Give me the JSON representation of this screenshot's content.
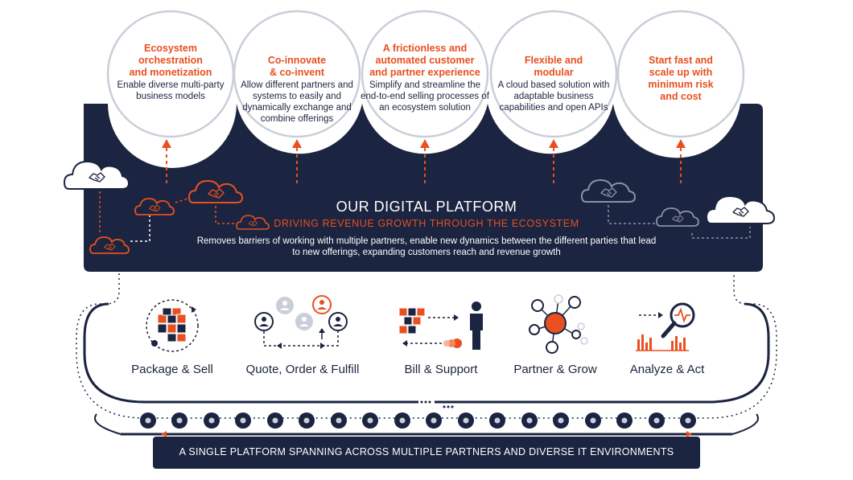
{
  "pillars": [
    {
      "title": "Ecosystem orchestration and monetization",
      "desc": "Enable diverse multi-party business models"
    },
    {
      "title": "Co-innovate & co-invent",
      "desc": "Allow different partners and systems to easily and dynamically exchange and combine offerings"
    },
    {
      "title": "A frictionless and automated customer and partner experience",
      "desc": "Simplify and streamline the end-to-end selling processes of an ecosystem solution"
    },
    {
      "title": "Flexible and modular",
      "desc": "A cloud based solution with adaptable business capabilities and open APIs"
    },
    {
      "title": "Start fast and scale up with minimum risk and cost",
      "desc": ""
    }
  ],
  "platform": {
    "title": "OUR DIGITAL PLATFORM",
    "subtitle": "DRIVING REVENUE GROWTH THROUGH THE ECOSYSTEM",
    "description": "Removes barriers of working with multiple partners, enable new dynamics between the different parties that lead to new offerings, expanding customers reach and revenue growth"
  },
  "capabilities": [
    {
      "label": "Package & Sell",
      "icon": "cubes-cycle-icon"
    },
    {
      "label": "Quote, Order & Fulfill",
      "icon": "people-flow-icon"
    },
    {
      "label": "Bill & Support",
      "icon": "cubes-person-icon"
    },
    {
      "label": "Partner & Grow",
      "icon": "network-hub-icon"
    },
    {
      "label": "Analyze & Act",
      "icon": "magnifier-chart-icon"
    }
  ],
  "footer": {
    "text": "A SINGLE PLATFORM SPANNING ACROSS MULTIPLE PARTNERS AND DIVERSE IT ENVIRONMENTS"
  },
  "colors": {
    "navy": "#1b2440",
    "orange": "#e8501f",
    "light_gray": "#c9ced8"
  }
}
